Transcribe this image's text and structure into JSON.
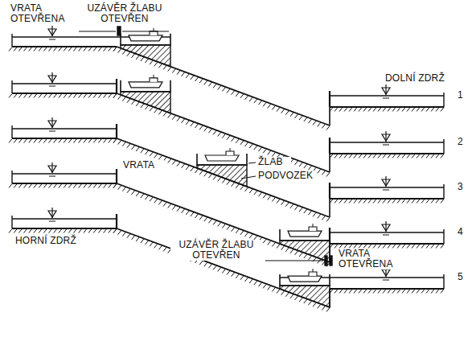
{
  "diagram": {
    "labels": [
      "VRATA OTEVŘENA",
      "UZÁVĚR ŽLABU OTEVŘEN",
      "DOLNÍ ZDRŽ",
      "ŽLAB",
      "PODVOZEK",
      "VRATA",
      "HORNÍ ZDRŽ",
      "UZÁVĚR ŽLABU OTEVŘEN",
      "VRATA OTEVŘENA",
      "1",
      "2",
      "3",
      "4",
      "5"
    ]
  }
}
